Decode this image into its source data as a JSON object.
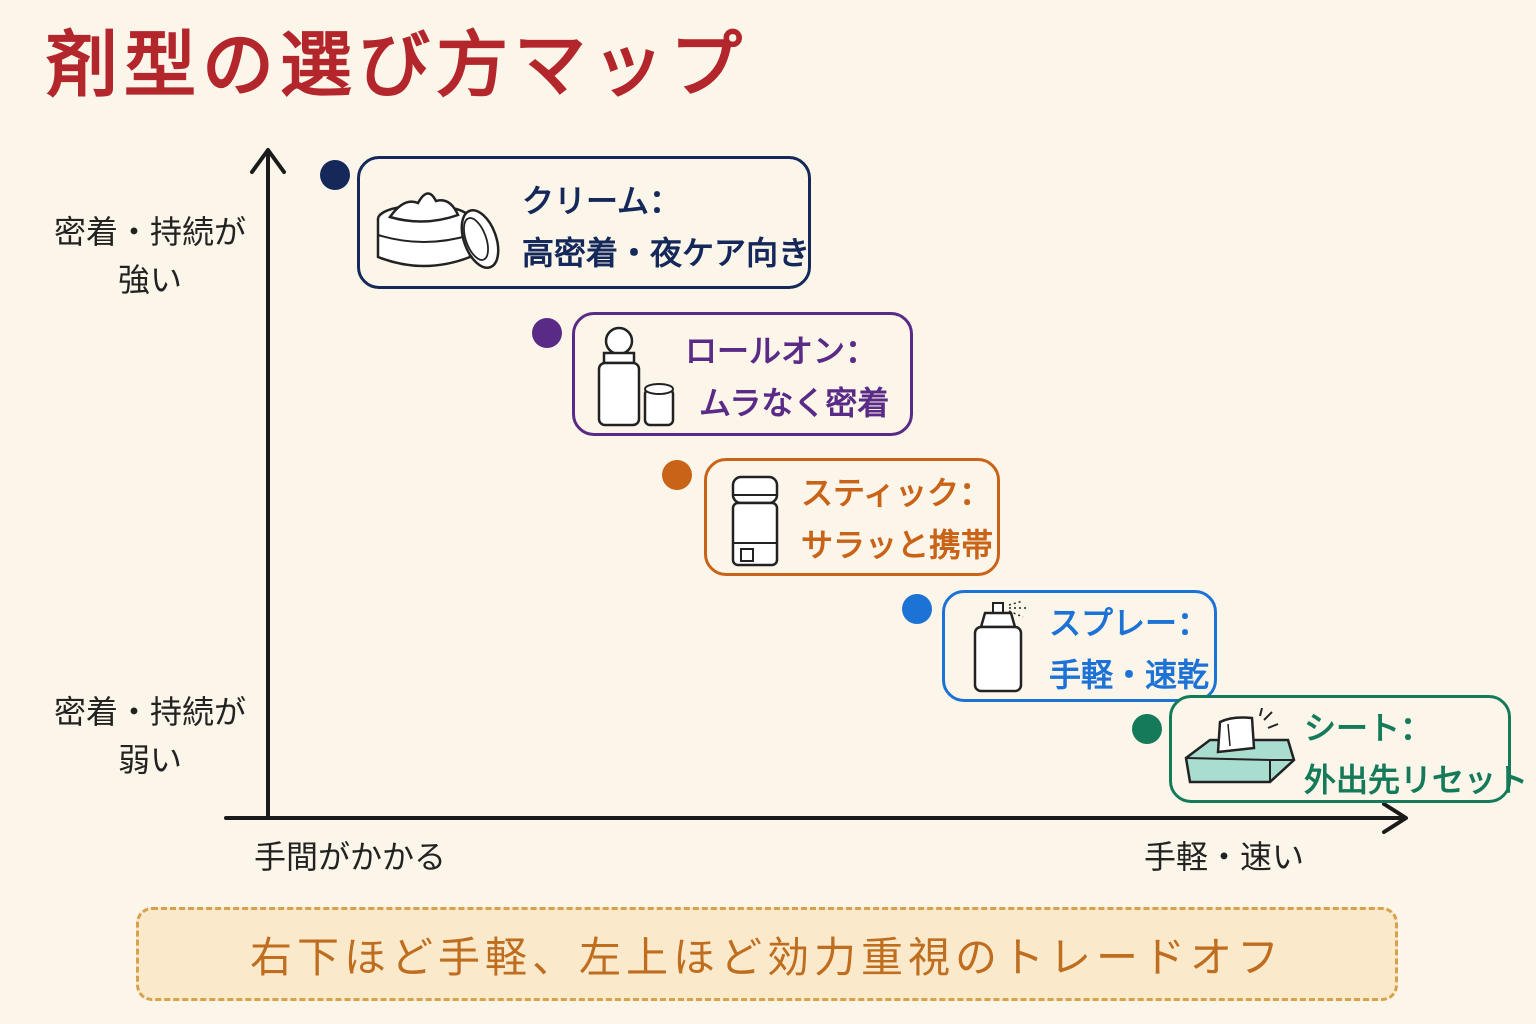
{
  "title": "剤型の選び方マップ",
  "axis": {
    "y_top": [
      "密着・持続が",
      "強い"
    ],
    "y_bottom": [
      "密着・持続が",
      "弱い"
    ],
    "x_left": "手間がかかる",
    "x_right": "手軽・速い"
  },
  "items": [
    {
      "name": "クリーム：",
      "desc": "高密着・夜ケア向き",
      "color": "#14285a",
      "icon": "cream-jar-icon"
    },
    {
      "name": "ロールオン：",
      "desc": "ムラなく密着",
      "color": "#5a2b86",
      "icon": "roll-on-icon"
    },
    {
      "name": "スティック：",
      "desc": "サラッと携帯",
      "color": "#c96318",
      "icon": "stick-icon"
    },
    {
      "name": "スプレー：",
      "desc": "手軽・速乾",
      "color": "#1d72d6",
      "icon": "spray-can-icon"
    },
    {
      "name": "シート：",
      "desc": "外出先リセット",
      "color": "#147a5a",
      "icon": "wet-wipes-icon"
    }
  ],
  "banner": "右下ほど手軽、左上ほど効力重視のトレードオフ"
}
